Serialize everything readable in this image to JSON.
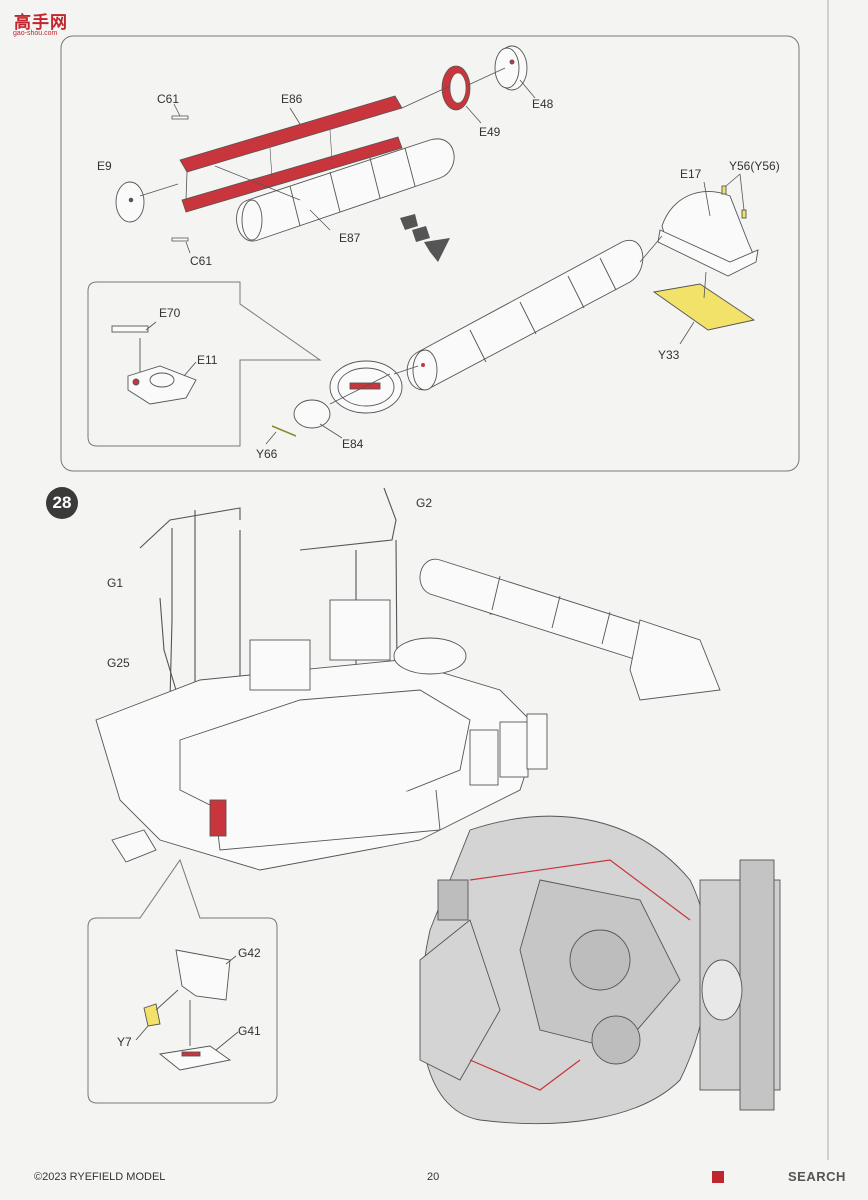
{
  "watermark": {
    "title": "高手网",
    "url": "gao-shou.com"
  },
  "step": {
    "number": "28"
  },
  "labels": {
    "C61_top": "C61",
    "E86": "E86",
    "E48": "E48",
    "E49": "E49",
    "E9": "E9",
    "E87": "E87",
    "C61_bottom": "C61",
    "E17": "E17",
    "Y56": "Y56(Y56)",
    "E70": "E70",
    "E11": "E11",
    "Y33": "Y33",
    "Y66": "Y66",
    "E84": "E84",
    "G2": "G2",
    "G1": "G1",
    "G25": "G25",
    "G42": "G42",
    "Y7": "Y7",
    "G41": "G41"
  },
  "footer": {
    "copyright": "©2023 RYEFIELD MODEL",
    "page_number": "20",
    "brand": "SEARCH"
  },
  "colors": {
    "highlight_red": "#c9353c",
    "highlight_yellow": "#f3e26a",
    "line": "#555555",
    "panel_border": "#777777",
    "step_circle": "#3a3a3a"
  }
}
